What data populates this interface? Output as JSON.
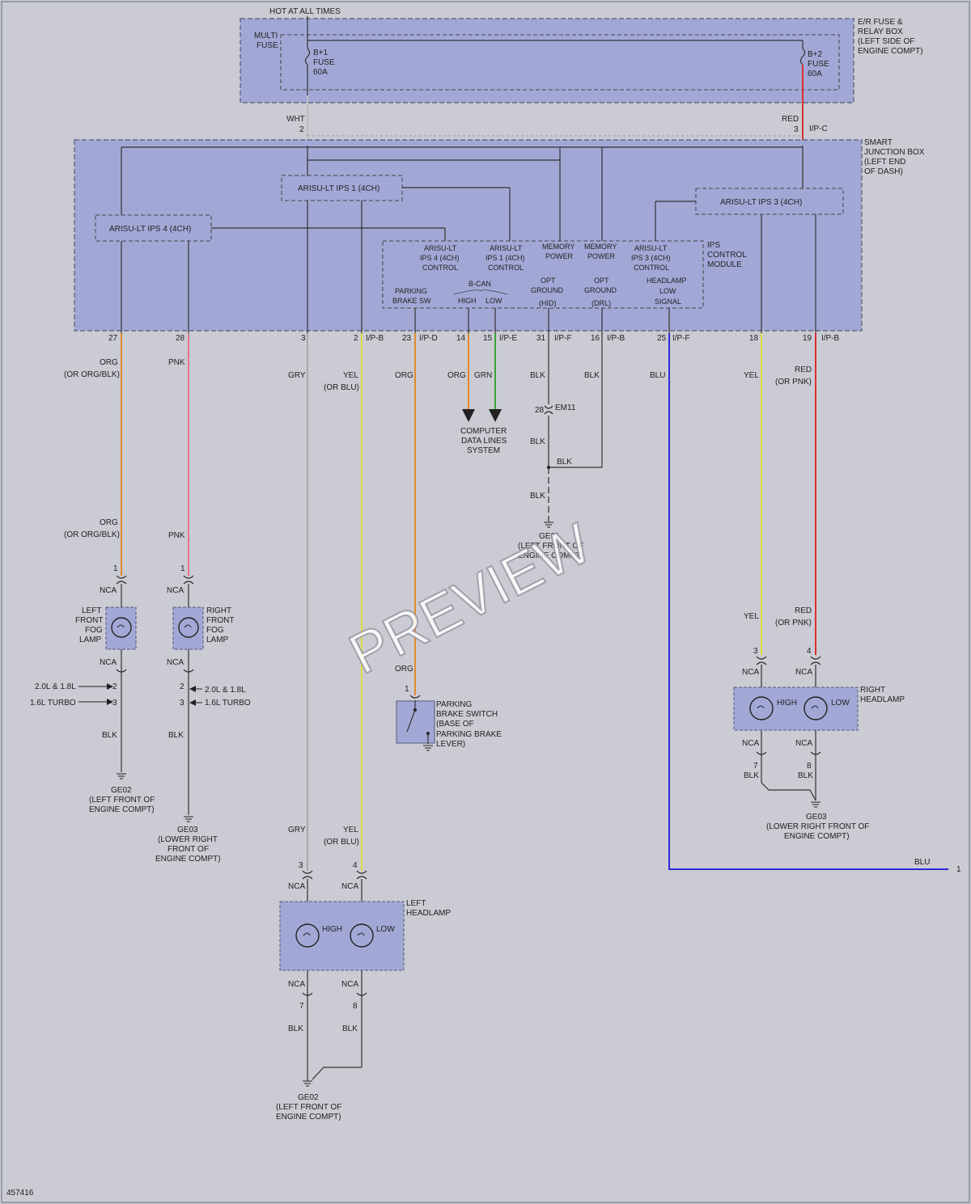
{
  "colors": {
    "org": "#e08a2e",
    "pnk": "#e2778e",
    "gry": "#9c9c9c",
    "yel": "#dede3a",
    "grn": "#3aa23a",
    "blk": "#2a2a2a",
    "blu": "#2a2ad8",
    "red": "#d83030",
    "wht": "#bfbfbf"
  },
  "hot_label": "HOT AT ALL TIMES",
  "relay_box": {
    "label": [
      "E/R FUSE &",
      "RELAY BOX",
      "(LEFT SIDE OF",
      "ENGINE COMPT)"
    ],
    "multi_fuse": [
      "MULTI",
      "FUSE"
    ],
    "fuse1": [
      "B+1",
      "FUSE",
      "60A"
    ],
    "fuse2": [
      "B+2",
      "FUSE",
      "60A"
    ]
  },
  "top_wires": {
    "wht": "WHT",
    "wht_pin": "2",
    "red": "RED",
    "red_pin": "3",
    "red_conn": "I/P-C"
  },
  "sjb": {
    "label": [
      "SMART",
      "JUNCTION BOX",
      "(LEFT END",
      "OF DASH)"
    ],
    "ips1": "ARISU-LT IPS 1 (4CH)",
    "ips4": "ARISU-LT IPS 4 (4CH)",
    "ips3": "ARISU-LT IPS 3 (4CH)",
    "module_label": [
      "IPS",
      "CONTROL",
      "MODULE"
    ],
    "module_items": [
      [
        "ARISU-LT",
        "IPS 4 (4CH)",
        "CONTROL"
      ],
      [
        "ARISU-LT",
        "IPS 1 (4CH)",
        "CONTROL"
      ],
      [
        "MEMORY",
        "POWER"
      ],
      [
        "MEMORY",
        "POWER"
      ],
      [
        "ARISU-LT",
        "IPS 3 (4CH)",
        "CONTROL"
      ]
    ],
    "module_bottom": [
      [
        "PARKING",
        "BRAKE SW"
      ],
      [
        "B-CAN"
      ],
      [
        "HIGH"
      ],
      [
        "LOW"
      ],
      [
        "OPT",
        "GROUND",
        "(HID)"
      ],
      [
        "OPT",
        "GROUND",
        "(DRL)"
      ],
      [
        "HEADLAMP",
        "LOW",
        "SIGNAL"
      ]
    ]
  },
  "pins": [
    {
      "pin": "27",
      "conn": ""
    },
    {
      "pin": "28",
      "conn": ""
    },
    {
      "pin": "3",
      "conn": ""
    },
    {
      "pin": "2",
      "conn": "I/P-B"
    },
    {
      "pin": "23",
      "conn": "I/P-D"
    },
    {
      "pin": "14",
      "conn": ""
    },
    {
      "pin": "15",
      "conn": "I/P-E"
    },
    {
      "pin": "31",
      "conn": "I/P-F"
    },
    {
      "pin": "16",
      "conn": "I/P-B"
    },
    {
      "pin": "25",
      "conn": "I/P-F"
    },
    {
      "pin": "18",
      "conn": ""
    },
    {
      "pin": "19",
      "conn": "I/P-B"
    }
  ],
  "wire_labels": {
    "org1": [
      "ORG",
      "(OR ORG/BLK)"
    ],
    "pnk1": "PNK",
    "gry1": "GRY",
    "yel1": [
      "YEL",
      "(OR BLU)"
    ],
    "org2": "ORG",
    "org3": "ORG",
    "grn": "GRN",
    "blk1": "BLK",
    "blk2": "BLK",
    "blu": "BLU",
    "yel2": "YEL",
    "red2": [
      "RED",
      "(OR PNK)"
    ]
  },
  "computer": [
    "COMPUTER",
    "DATA LINES",
    "SYSTEM"
  ],
  "em11": {
    "pin": "28",
    "conn": "EM11"
  },
  "ground_blk": [
    "BLK",
    "BLK",
    "BLK"
  ],
  "ge01": [
    "GE01",
    "(LEFT FRONT OF",
    "ENGINE COMPT)"
  ],
  "left_fog": {
    "label": [
      "LEFT",
      "FRONT",
      "FOG",
      "LAMP"
    ],
    "pin": "1",
    "nca_top": "NCA",
    "nca_bot": "NCA",
    "pin2": "2",
    "pin3": "3",
    "opt1": "2.0L & 1.8L",
    "opt2": "1.6L TURBO",
    "blk": "BLK",
    "wire_top": [
      "ORG",
      "(OR ORG/BLK)"
    ]
  },
  "right_fog": {
    "label": [
      "RIGHT",
      "FRONT",
      "FOG",
      "LAMP"
    ],
    "pin": "1",
    "nca_top": "NCA",
    "nca_bot": "NCA",
    "pin2": "2",
    "pin3": "3",
    "opt1": "2.0L & 1.8L",
    "opt2": "1.6L TURBO",
    "blk": "BLK",
    "wire_top": "PNK"
  },
  "ge02_fog": [
    "GE02",
    "(LEFT FRONT OF",
    "ENGINE COMPT)"
  ],
  "ge03_fog": [
    "GE03",
    "(LOWER RIGHT",
    "FRONT OF",
    "ENGINE COMPT)"
  ],
  "parking_switch": {
    "wire": "ORG",
    "pin": "1",
    "label": [
      "PARKING",
      "BRAKE SWITCH",
      "(BASE OF",
      "PARKING BRAKE",
      "LEVER)"
    ]
  },
  "left_headlamp": {
    "label": [
      "LEFT",
      "HEADLAMP"
    ],
    "gry": "GRY",
    "yel": [
      "YEL",
      "(OR BLU)"
    ],
    "pin_a": "3",
    "pin_b": "4",
    "nca": "NCA",
    "high": "HIGH",
    "low": "LOW",
    "pin_c": "7",
    "pin_d": "8",
    "blk": "BLK"
  },
  "ge02_head": [
    "GE02",
    "(LEFT FRONT OF",
    "ENGINE COMPT)"
  ],
  "right_headlamp": {
    "label": [
      "RIGHT",
      "HEADLAMP"
    ],
    "yel": "YEL",
    "red": [
      "RED",
      "(OR PNK)"
    ],
    "pin_a": "3",
    "pin_b": "4",
    "nca": "NCA",
    "high": "HIGH",
    "low": "LOW",
    "pin_c": "7",
    "pin_d": "8",
    "blk": "BLK"
  },
  "ge03_head": [
    "GE03",
    "(LOWER RIGHT FRONT OF",
    "ENGINE COMPT)"
  ],
  "blu_exit": {
    "label": "BLU",
    "pin": "1"
  },
  "watermark": "PREVIEW",
  "figure_id": "457416"
}
